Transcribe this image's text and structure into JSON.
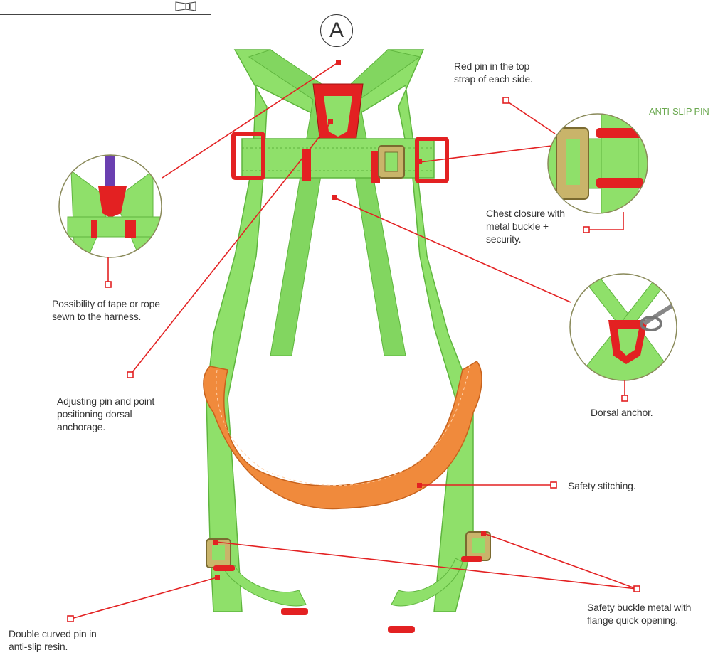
{
  "marker": "A",
  "labels": {
    "red_pin": "Red pin in the top\nstrap of each side.",
    "anti_slip_pin": "ANTI-SLIP PIN",
    "chest_closure": "Chest closure with\nmetal buckle +\nsecurity.",
    "tape_rope": "Possibility of tape or rope\nsewn to the harness.",
    "dorsal_anchor": "Dorsal anchor.",
    "adjusting_pin": "Adjusting pin and point\npositioning dorsal\nanchorage.",
    "safety_stitching": "Safety stitching.",
    "safety_buckle": "Safety buckle metal with\nflange quick opening.",
    "double_pin": "Double curved pin in\nanti-slip resin."
  },
  "colors": {
    "strap_green": "#8fe06a",
    "strap_green_dark": "#6cc84a",
    "accent_red": "#e32122",
    "belt_orange": "#f08a3c",
    "buckle_gold": "#c9b46a",
    "circle_outline": "#8a8a5a"
  },
  "icons": [
    "manual-booklet-icon"
  ]
}
